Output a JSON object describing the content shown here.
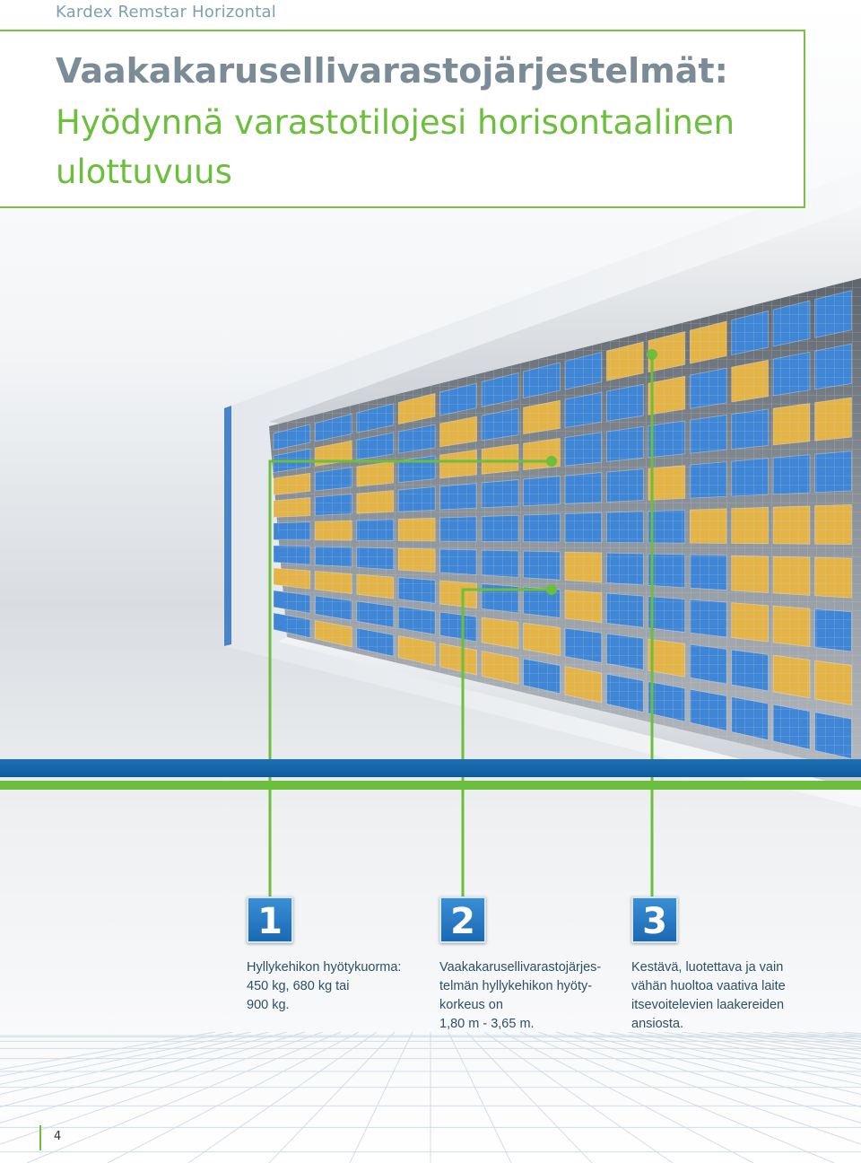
{
  "header": {
    "running_head": "Kardex Remstar Horizontal"
  },
  "title": {
    "line1": "Vaakakarusellivarastojärjestelmät:",
    "line2": "Hyödynnä varastotilojesi horisontaalinen",
    "line3": "ulottuvuus"
  },
  "features": [
    {
      "number": "1",
      "text": "Hyllykehikon hyötykuorma:\n450 kg, 680 kg tai\n900 kg."
    },
    {
      "number": "2",
      "text": "Vaakakarusellivarastojärjes-\ntelmän hyllykehikon hyöty-\nkorkeus on\n1,80 m - 3,65 m."
    },
    {
      "number": "3",
      "text": "Kestävä, luotettava ja vain\nvähän huoltoa vaativa laite\nitsevoitelevien laakereiden\nansiosta."
    }
  ],
  "footer": {
    "page_number": "4"
  },
  "colors": {
    "accent_green": "#6cbf3c",
    "brand_blue": "#1a69b3",
    "title_grey": "#7c8c96",
    "bin_blue": "#3f86d6",
    "bin_yellow": "#e5b447"
  }
}
